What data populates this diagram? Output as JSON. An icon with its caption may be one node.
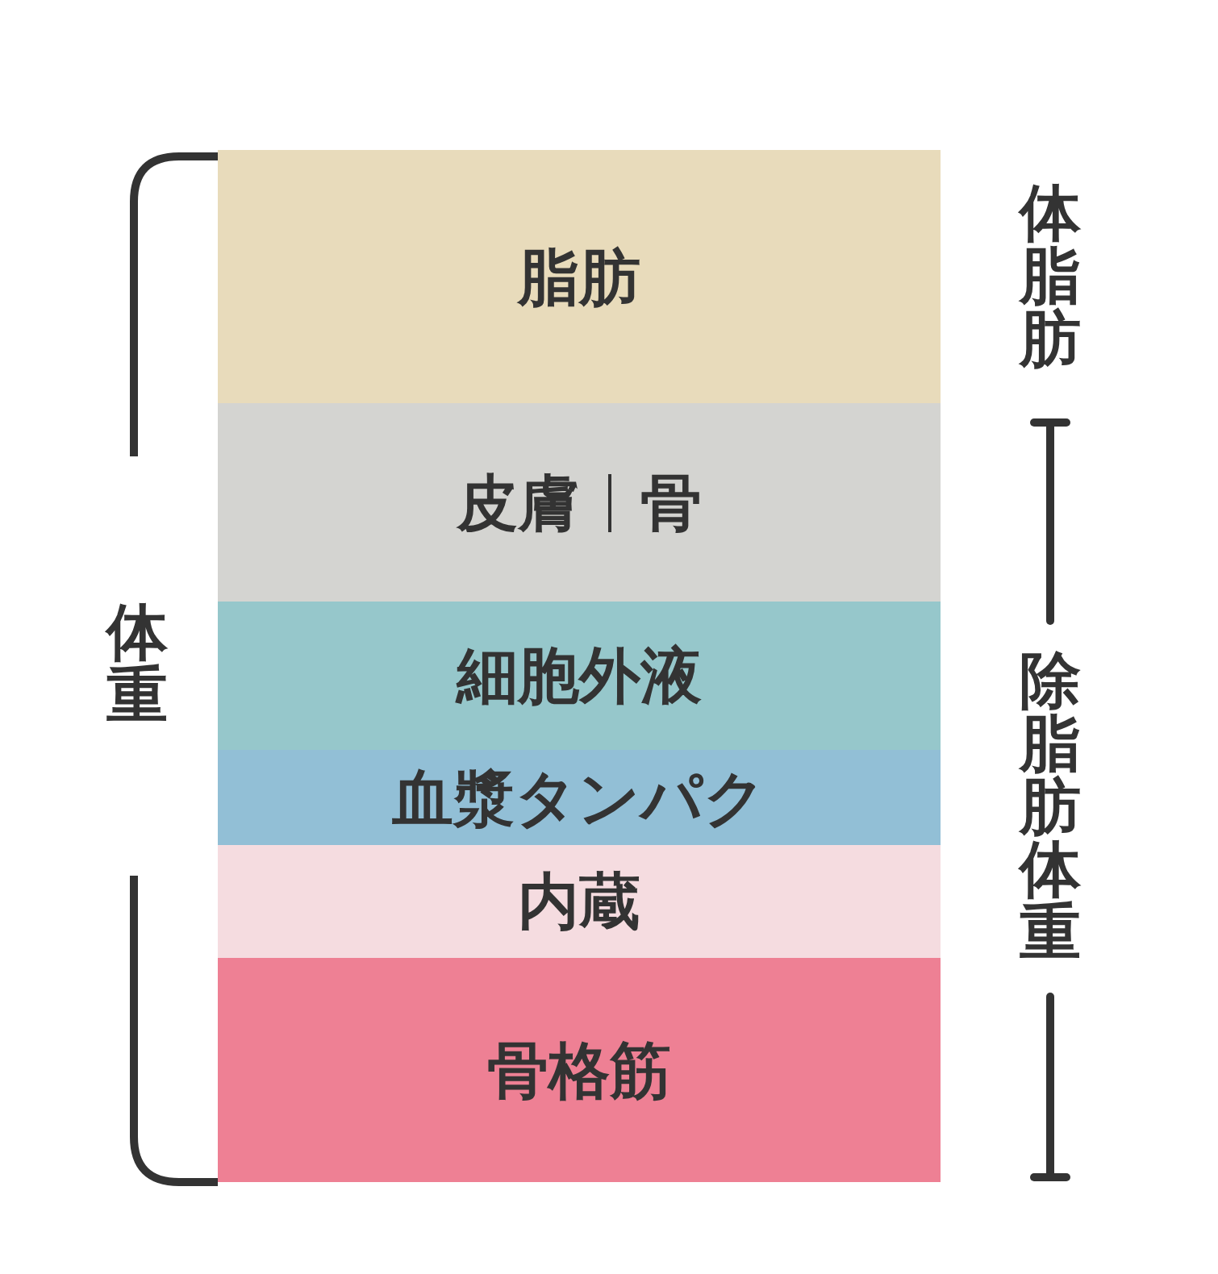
{
  "diagram": {
    "nodes": [
      {
        "text": [
          "脂肪"
        ]
      },
      {
        "text": [
          "皮膚",
          "骨"
        ]
      },
      {
        "text": [
          "細胞外液"
        ]
      },
      {
        "text": [
          "血漿タンパク"
        ]
      },
      {
        "text": [
          "内蔵"
        ]
      },
      {
        "text": [
          "骨格筋"
        ]
      }
    ],
    "labels": [
      "体脂肪",
      "体重",
      "除脂肪体重"
    ]
  }
}
